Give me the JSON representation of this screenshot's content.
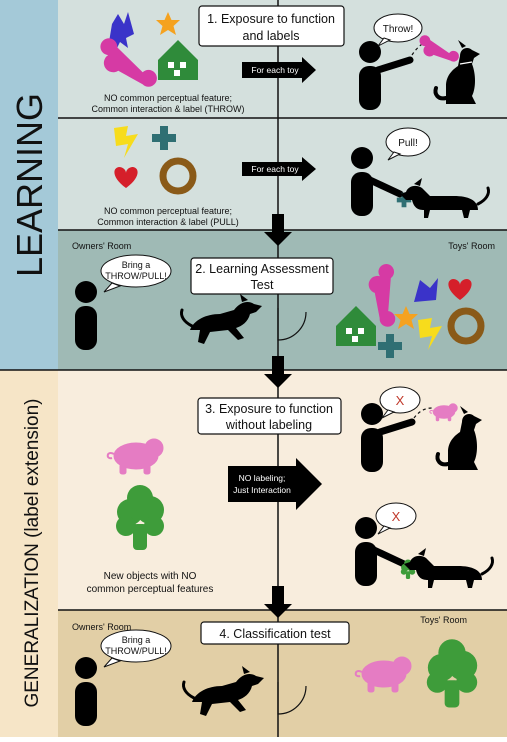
{
  "side_labels": {
    "learning": "LEARNING",
    "generalization": "GENERALIZATION (label extension)"
  },
  "steps": [
    {
      "line1": "1. Exposure to function",
      "line2": "and labels"
    },
    {
      "line1": "2. Learning Assessment",
      "line2": "Test"
    },
    {
      "line1": "3. Exposure to function",
      "line2": "without labeling"
    },
    {
      "line1": "4. Classification test"
    }
  ],
  "speech": {
    "throw": "Throw!",
    "pull": "Pull!",
    "x": "X",
    "bring_line1": "Bring a",
    "bring_line2": "THROW/PULL!"
  },
  "arrows": {
    "for_each_toy": "For each toy",
    "no_labeling_line1": "NO labeling;",
    "no_labeling_line2": "Just Interaction"
  },
  "captions": {
    "throw_line1": "NO common perceptual feature;",
    "throw_line2": "Common interaction & label (THROW)",
    "pull_line1": "NO common perceptual feature;",
    "pull_line2": "Common interaction & label (PULL)",
    "new_line1": "New objects with NO",
    "new_line2": "common perceptual features"
  },
  "rooms": {
    "owners": "Owners' Room",
    "toys": "Toys' Room"
  },
  "colors": {
    "learning_bg": "#d4e0dd",
    "learning_assess_bg": "#9fbab5",
    "side_learning": "#a4c9d8",
    "gen_bg": "#f8eddd",
    "gen_test_bg": "#e2cfa6",
    "side_gen": "#f6e5c7",
    "bone": "#d63aa4",
    "pig": "#e57cc3",
    "broccoli": "#3e9c3a",
    "blue": "#3a33c9",
    "orange": "#f5a21f",
    "green": "#2f8b3a",
    "yellow": "#f7dc1c",
    "red": "#d51f2a",
    "teal": "#2f6f73",
    "ring": "#8a5a18"
  }
}
